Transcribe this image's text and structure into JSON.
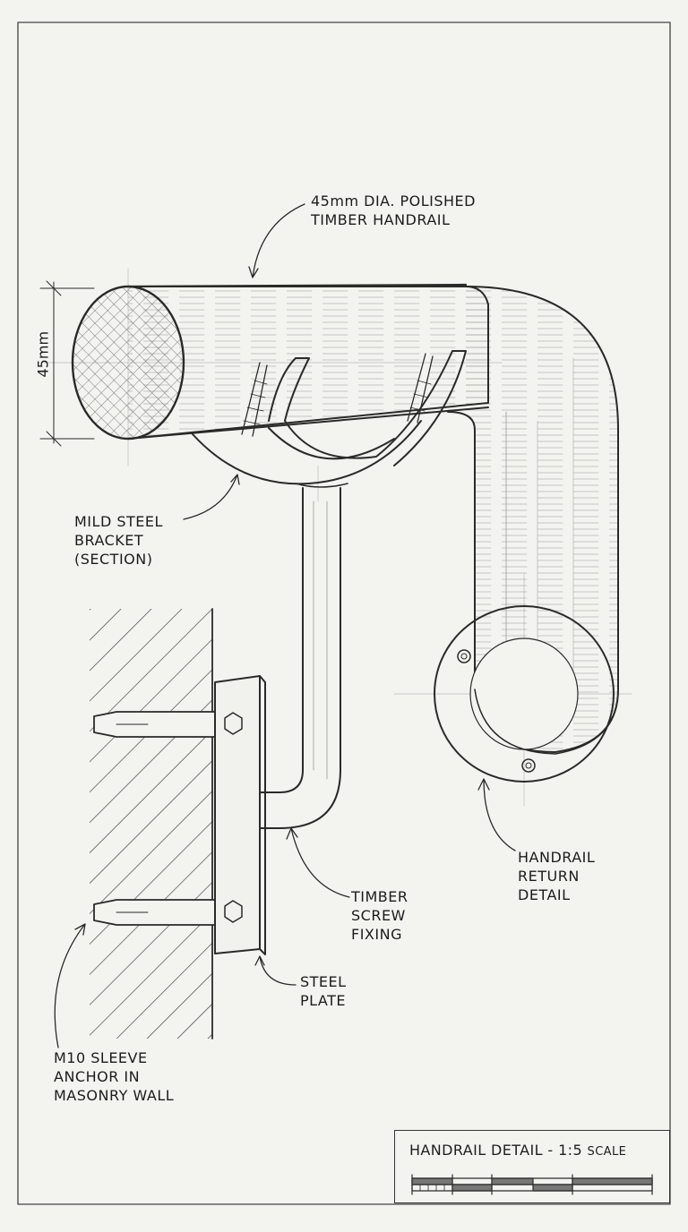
{
  "labels": {
    "handrail": [
      "45mm DIA. POLISHED",
      "TIMBER HANDRAIL"
    ],
    "dimension": "45mm",
    "bracket": [
      "MILD STEEL",
      "BRACKET",
      "(SECTION)"
    ],
    "screw": [
      "TIMBER",
      "SCREW",
      "FIXING"
    ],
    "plate": [
      "STEEL",
      "PLATE"
    ],
    "return": [
      "HANDRAIL",
      "RETURN",
      "DETAIL"
    ],
    "anchor": [
      "M10 SLEEVE",
      "ANCHOR IN",
      "MASONRY WALL"
    ]
  },
  "title_block": {
    "title": "HANDRAIL DETAIL - 1:5",
    "scale_word": "SCALE"
  }
}
